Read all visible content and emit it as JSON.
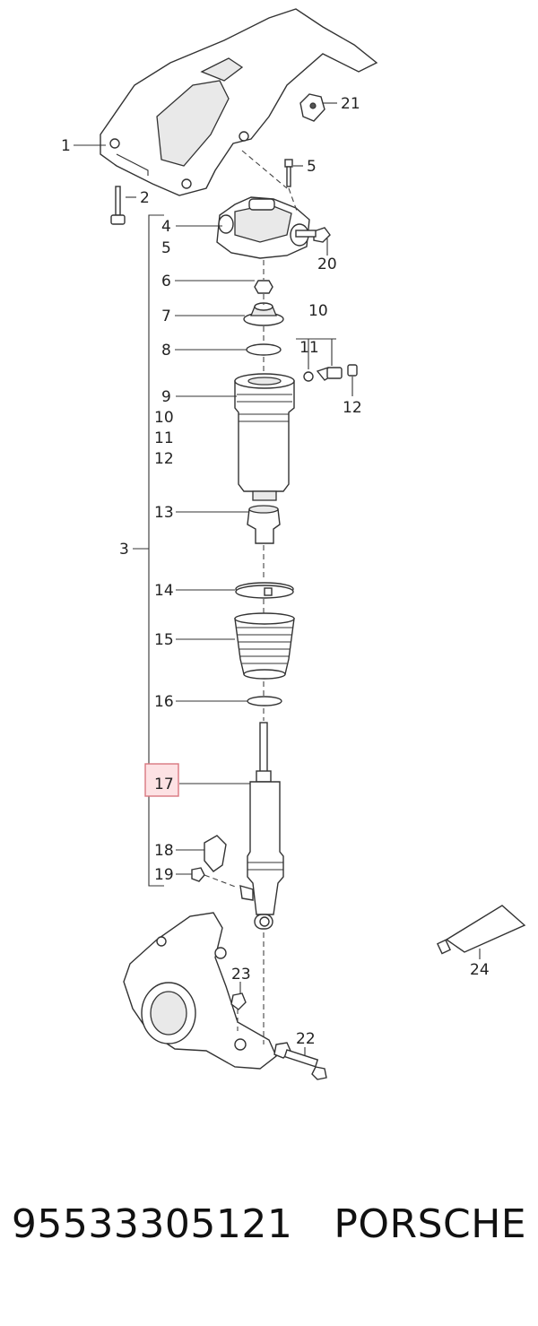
{
  "footer": {
    "part_number": "95533305121",
    "brand": "PORSCHE"
  },
  "highlight_color": "#fde2e4",
  "callouts": {
    "c1": "1",
    "c2": "2",
    "c3": "3",
    "c4": "4",
    "c5a": "5",
    "c5b": "5",
    "c6": "6",
    "c7": "7",
    "c8": "8",
    "c9": "9",
    "c10a": "10",
    "c10b": "10",
    "c11a": "11",
    "c11b": "11",
    "c12a": "12",
    "c12b": "12",
    "c13": "13",
    "c14": "14",
    "c15": "15",
    "c16": "16",
    "c17": "17",
    "c18": "18",
    "c19": "19",
    "c20": "20",
    "c21": "21",
    "c22": "22",
    "c23": "23",
    "c24": "24"
  }
}
